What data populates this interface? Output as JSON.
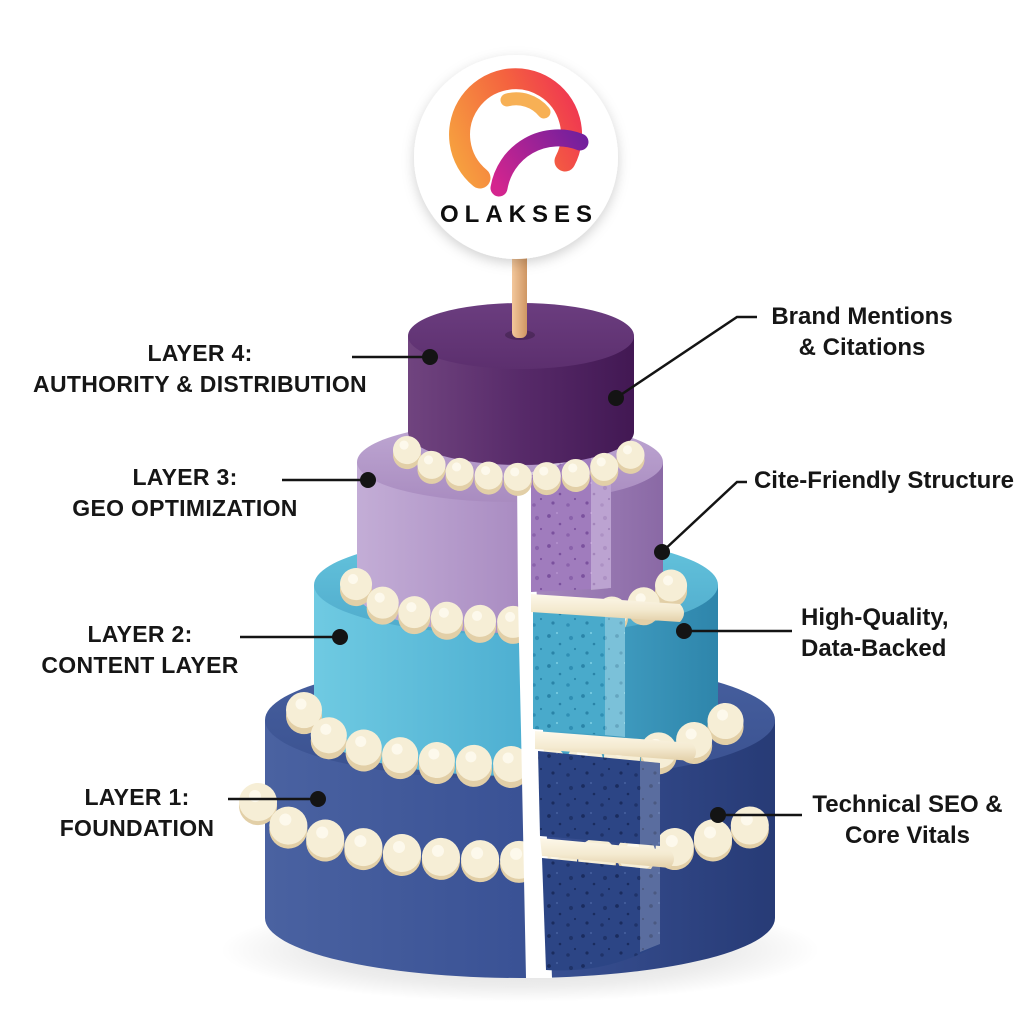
{
  "brand": {
    "name": "OLAKSES"
  },
  "left_labels": [
    {
      "line1": "LAYER 4:",
      "line2": "AUTHORITY & DISTRIBUTION"
    },
    {
      "line1": "LAYER 3:",
      "line2": "GEO OPTIMIZATION"
    },
    {
      "line1": "LAYER 2:",
      "line2": "CONTENT LAYER"
    },
    {
      "line1": "LAYER 1:",
      "line2": "FOUNDATION"
    }
  ],
  "right_labels": [
    {
      "line1": "Brand Mentions",
      "line2": "& Citations"
    },
    {
      "line1": "Cite-Friendly Structure",
      "line2": ""
    },
    {
      "line1": "High-Quality,",
      "line2": "Data-Backed"
    },
    {
      "line1": "Technical SEO &",
      "line2": "Core Vitals"
    }
  ],
  "colors": {
    "tier4_side": "#572a69",
    "tier4_top": "#6b3d7f",
    "tier3_side": "#ab8ec3",
    "tier3_top": "#bfa8d3",
    "tier2_side": "#4fb0d2",
    "tier2_top": "#65c5de",
    "tier1_side": "#3a5295",
    "tier1_top": "#47609f",
    "sponge_purple": "#a07cbd",
    "sponge_teal": "#49aacb",
    "sponge_navy": "#2c4585",
    "cream": "#f6eed6",
    "cream_shadow": "#e2cfa7",
    "cream_highlight": "#fdf9ec",
    "stick": "#e9b285",
    "line": "#141414",
    "logo_orange": "#f6a13f",
    "logo_red": "#ef2e55",
    "logo_purple": "#6b1f9e"
  }
}
